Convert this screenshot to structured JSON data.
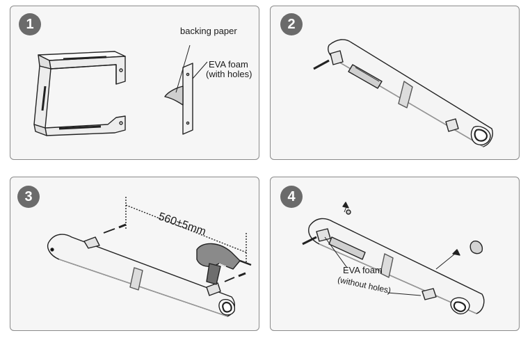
{
  "steps": [
    {
      "number": "1",
      "labels": {
        "backing_paper": "backing paper",
        "eva_foam": "EVA foam",
        "eva_foam_detail": "(with holes)"
      }
    },
    {
      "number": "2"
    },
    {
      "number": "3",
      "labels": {
        "spacing": "560±5mm"
      }
    },
    {
      "number": "4",
      "labels": {
        "eva_foam": "EVA foam",
        "eva_foam_detail": "(without holes)"
      }
    }
  ]
}
